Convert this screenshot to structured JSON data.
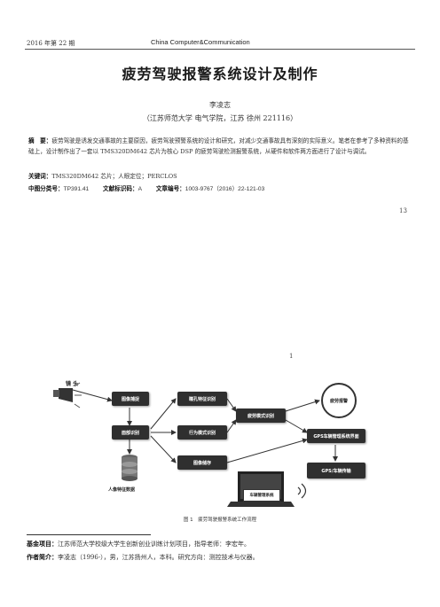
{
  "header": {
    "issue": "2016 年第 22 期",
    "journal": "China Computer&Communication"
  },
  "article": {
    "title": "疲劳驾驶报警系统设计及制作",
    "author": "李凌志",
    "affiliation": "（江苏师范大学 电气学院，江苏 徐州  221116）",
    "abstract_label": "摘　要：",
    "abstract_text": "疲劳驾驶是诱发交通事故的主要原因，疲劳驾驶预警系统的设计和研究，对减少交通事故具有深刻的实际意义。笔者在参考了多种资料的基础上，设计制作出了一套以 TMS320DM642 芯片为核心 DSP 的疲劳驾驶检测报警系统，从硬件和软件两方面进行了设计与调试。",
    "keywords_label": "关键词：",
    "keywords_text": "TMS320DM642 芯片；人眼定位；PERCLOS",
    "clc_label": "中图分类号：",
    "clc_value": "TP391.41",
    "doc_label": "文献标识码：",
    "doc_value": "A",
    "article_no_label": "文章编号：",
    "article_no_value": "1003-9767（2016）22-121-03",
    "page_number": "13",
    "section_mark": "1"
  },
  "figure": {
    "nodes": {
      "lens": "镜 头",
      "image_capture": "图像捕捉",
      "face_detect": "面部识别",
      "db": "人像特征数据",
      "pupil": "瞳孔特征识别",
      "behavior": "行为模式识别",
      "storage": "图像储存",
      "fatigue_mode": "疲劳模式识别",
      "alarm": "疲劳报警",
      "gps_ui": "GPS车辆管理系统界面",
      "gps_track": "GPS/车辆传输",
      "fleet": "车辆管理系统"
    },
    "caption": "图 1　疲劳驾驶报警系统工作流程"
  },
  "footer": {
    "fund_label": "基金项目：",
    "fund_text": "江苏师范大学校级大学生创新创业训练计划项目，指导老师：李宏年。",
    "author_label": "作者简介：",
    "author_text": "李凌志（1996-），男，江苏扬州人，本科。研究方向：测控技术与仪器。"
  }
}
